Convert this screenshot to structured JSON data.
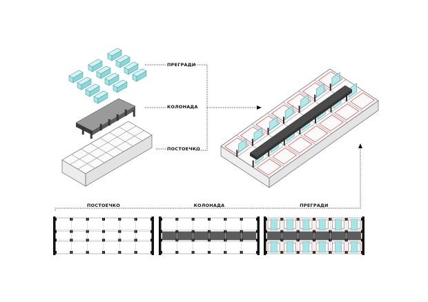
{
  "labels": {
    "partitions": "ПРЕГРАДИ",
    "colonnade": "КОЛОНАДА",
    "existing": "ПОСТОЕЧКО"
  },
  "plans": [
    {
      "label": "ПОСТОЕЧКО",
      "layers": [
        "existing"
      ]
    },
    {
      "label": "КОЛОНАДА",
      "layers": [
        "existing",
        "colonnade"
      ]
    },
    {
      "label": "ПРЕГРАДИ",
      "layers": [
        "existing",
        "colonnade",
        "partitions"
      ]
    }
  ],
  "colors": {
    "glass": "#a8e4e4",
    "glass_edge": "#3fa5a5",
    "structure": "#4a4a4a",
    "wall_black": "#111111",
    "partition_red": "#e04040",
    "line_gray": "#8a8a8a"
  }
}
